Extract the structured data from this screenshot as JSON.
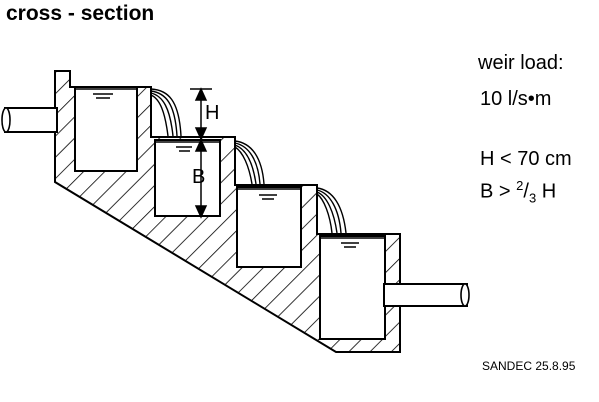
{
  "title": "cross - section",
  "labels": {
    "h": "H",
    "b": "B"
  },
  "notes": {
    "weir_load_label": "weir load:",
    "weir_load_value": "10 l/s•m",
    "h_rule": "H < 70 cm",
    "b_rule_prefix": "B > ",
    "b_rule_num": "2",
    "b_rule_slash": "/",
    "b_rule_den": "3",
    "b_rule_suffix": " H"
  },
  "credit": "SANDEC 25.8.95"
}
